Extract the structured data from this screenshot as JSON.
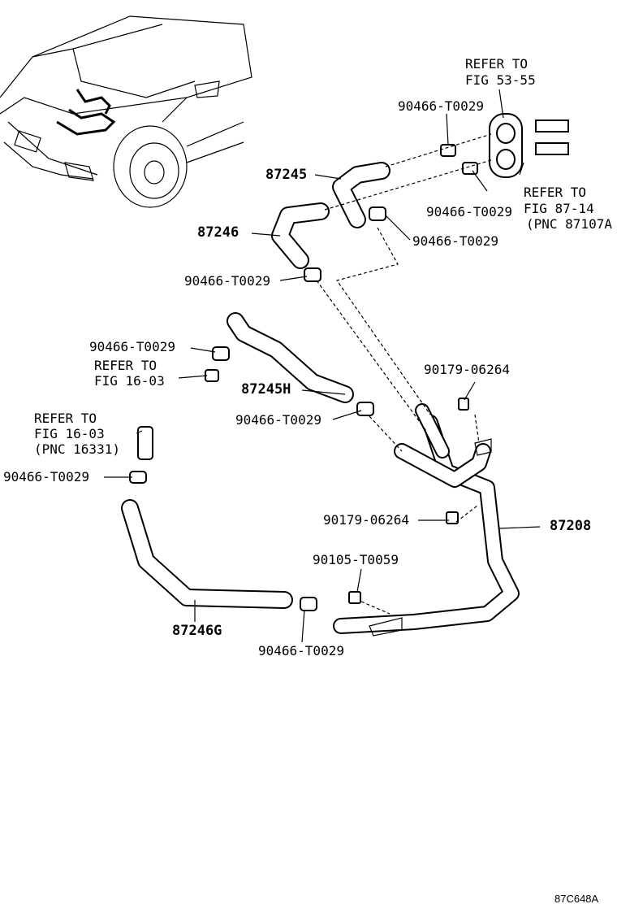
{
  "labels": {
    "refer_fig_53_55_a": "REFER TO",
    "refer_fig_53_55_b": "FIG 53-55",
    "clamp_top": "90466-T0029",
    "p87245": "87245",
    "clamp_mid": "90466-T0029",
    "refer_fig_87_14_a": "REFER TO",
    "refer_fig_87_14_b": "FIG 87-14",
    "refer_fig_87_14_c": "(PNC 87107A",
    "p87246": "87246",
    "clamp_r": "90466-T0029",
    "clamp_l": "90466-T0029",
    "clamp_left_upper": "90466-T0029",
    "refer_fig_16_03_a1": "REFER TO",
    "refer_fig_16_03_a2": "FIG 16-03",
    "p87245H": "87245H",
    "clamp_87245h": "90466-T0029",
    "nut_upper": "90179-06264",
    "refer_fig_16_03_b1": "REFER TO",
    "refer_fig_16_03_b2": "FIG 16-03",
    "refer_fig_16_03_b3": "(PNC 16331)",
    "clamp_far_left": "90466-T0029",
    "nut_lower": "90179-06264",
    "p87208": "87208",
    "bolt": "90105-T0059",
    "p87246G": "87246G",
    "clamp_bottom": "90466-T0029",
    "diagram_id": "87C648A"
  }
}
